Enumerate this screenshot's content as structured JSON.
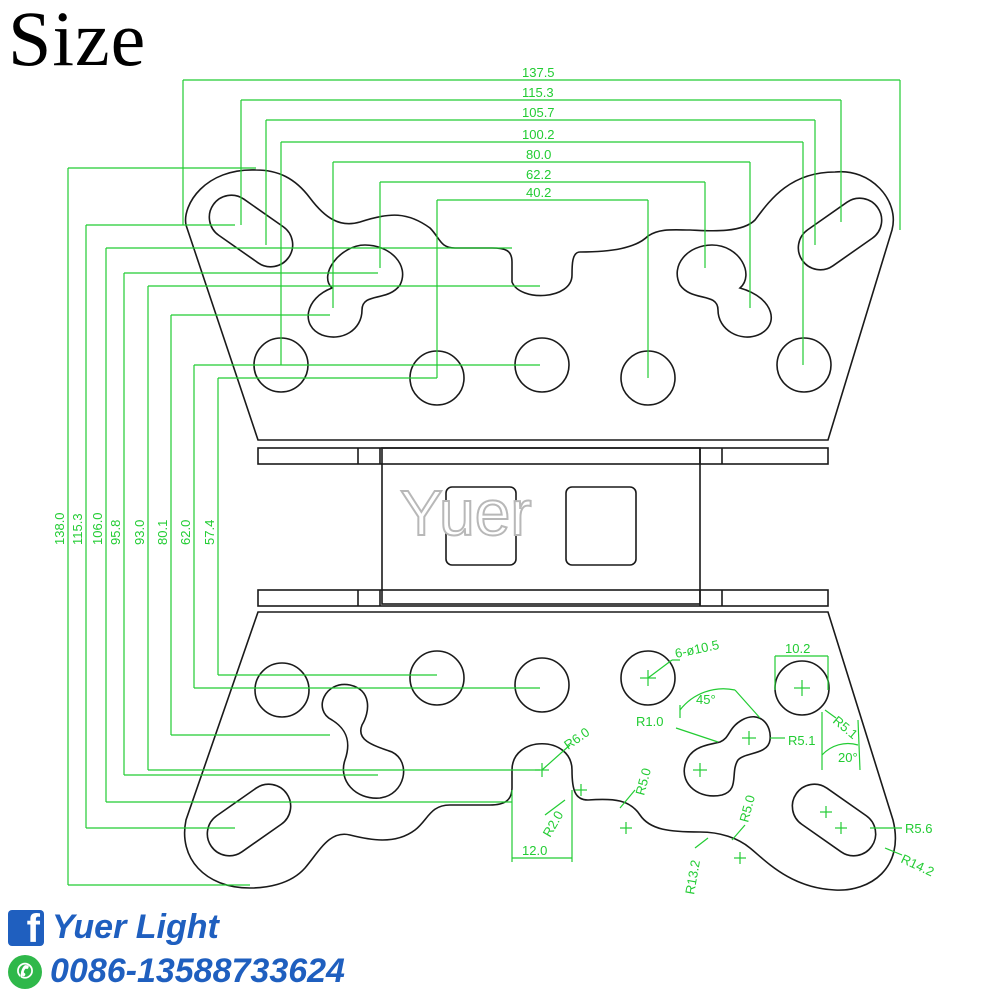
{
  "title": "Size",
  "watermark": "Yuer",
  "dims_top": [
    "137.5",
    "115.3",
    "105.7",
    "100.2",
    "80.0",
    "62.2",
    "40.2"
  ],
  "dims_left": [
    "138.0",
    "115.3",
    "106.0",
    "95.8",
    "93.0",
    "80.1",
    "62.0",
    "57.4"
  ],
  "annotations": {
    "holes": "6-ø10.5",
    "w10_2": "10.2",
    "r5_1a": "R5.1",
    "r5_1b": "R5.1",
    "a45": "45°",
    "a20": "20°",
    "r1_0": "R1.0",
    "r6_0": "R6.0",
    "r5_0a": "R5.0",
    "r5_0b": "R5.0",
    "r2_0": "R2.0",
    "w12_0": "12.0",
    "r13_2": "R13.2",
    "r5_6": "R5.6",
    "r14_2": "R14.2"
  },
  "contact": {
    "brand": "Yuer Light",
    "phone": "0086-13588733624"
  },
  "colors": {
    "dimension": "#22cc33",
    "outline": "#1a1a1a",
    "brand": "#1f5fbf",
    "whatsapp": "#2fb84a"
  }
}
